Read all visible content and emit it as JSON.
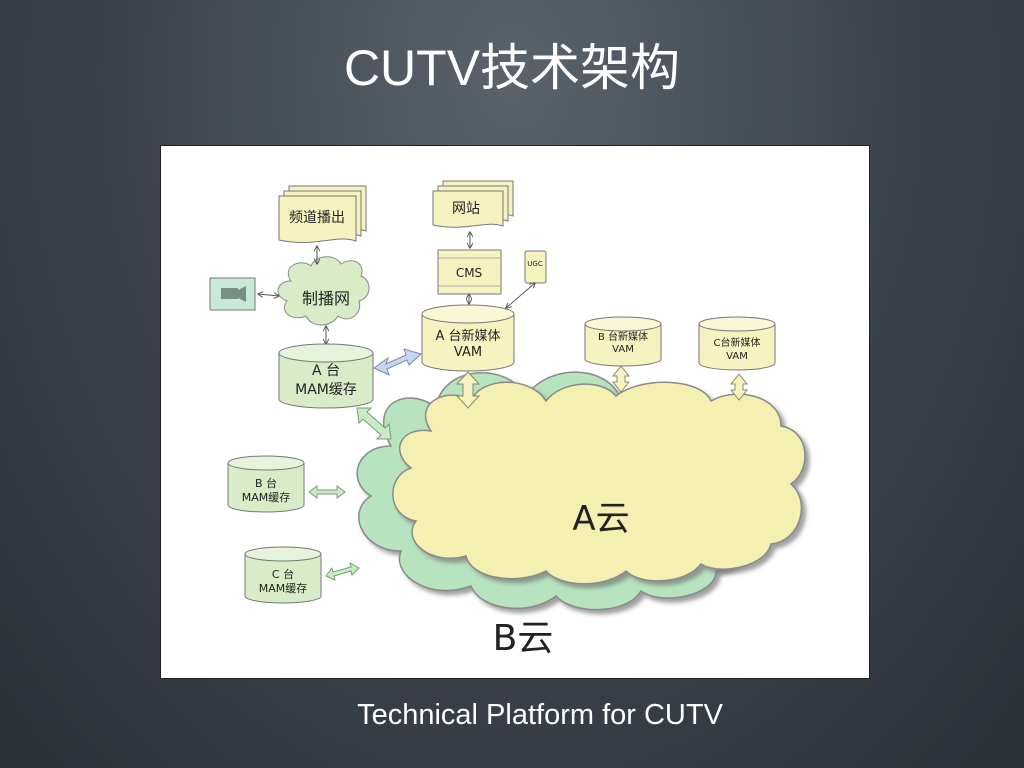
{
  "slide": {
    "title": "CUTV技术架构",
    "caption": "Technical Platform for CUTV"
  },
  "diagram": {
    "nodes": {
      "channel_playout": "频道播出",
      "website": "网站",
      "cms": "CMS",
      "ugc": "UGC",
      "broadcast_network": "制播网",
      "a_vam_line1": "A 台新媒体",
      "a_vam_line2": "VAM",
      "b_vam_line1": "B 台新媒体",
      "b_vam_line2": "VAM",
      "c_vam_line1": "C台新媒体",
      "c_vam_line2": "VAM",
      "a_mam_line1": "A 台",
      "a_mam_line2": "MAM缓存",
      "b_mam_line1": "B 台",
      "b_mam_line2": "MAM缓存",
      "c_mam_line1": "C 台",
      "c_mam_line2": "MAM缓存",
      "cloud_a": "A云",
      "cloud_b": "B云"
    },
    "colors": {
      "doc_fill": "#f6f3c0",
      "cylinder_fill": "#d9ecc8",
      "cloud_a_fill": "#f3f0b2",
      "cloud_b_fill": "#b7e4bf",
      "network_cloud_fill": "#d9ecc8",
      "arrow_blue": "#c8d6ef"
    }
  }
}
